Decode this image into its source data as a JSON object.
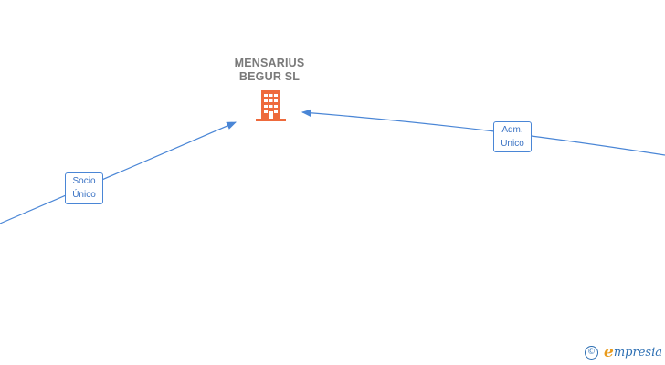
{
  "company": {
    "name": "MENSARIUS\nBEGUR  SL"
  },
  "edges": [
    {
      "label_line1": "Socio",
      "label_line2": "Único"
    },
    {
      "label_line1": "Adm.",
      "label_line2": "Unico"
    }
  ],
  "watermark": {
    "copyright_symbol": "©",
    "brand_initial": "e",
    "brand_rest": "mpresia"
  },
  "colors": {
    "edge": "#4a86d6",
    "company_icon": "#ee6a3c",
    "brand": "#2d6fb3",
    "brand_accent": "#e89a1c"
  },
  "icons": {
    "company": "building-icon"
  }
}
